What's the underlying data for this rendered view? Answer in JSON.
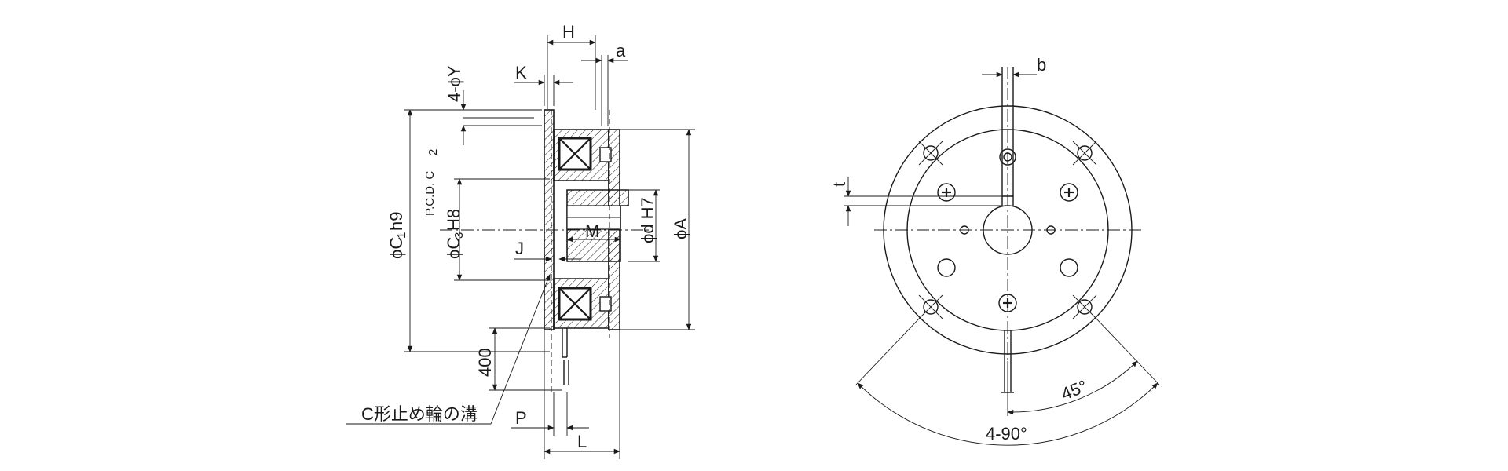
{
  "side_view": {
    "labels": {
      "H": "H",
      "a": "a",
      "K": "K",
      "Y": "4-ϕY",
      "pcd": "P.C.D. C",
      "pcd_sub": "2",
      "c1_pre": "ϕC",
      "c1_sub": "1",
      "c1_fit": "h9",
      "c3_pre": "ϕC",
      "c3_sub": "3",
      "c3_fit": "H8",
      "M": "M",
      "J": "J",
      "d": "ϕd H7",
      "A": "ϕA",
      "lead": "400",
      "groove": "C形止め輪の溝",
      "P": "P",
      "L": "L"
    }
  },
  "front_view": {
    "labels": {
      "b": "b",
      "t": "t",
      "angle45": "45°",
      "angle90": "4-90°"
    }
  }
}
